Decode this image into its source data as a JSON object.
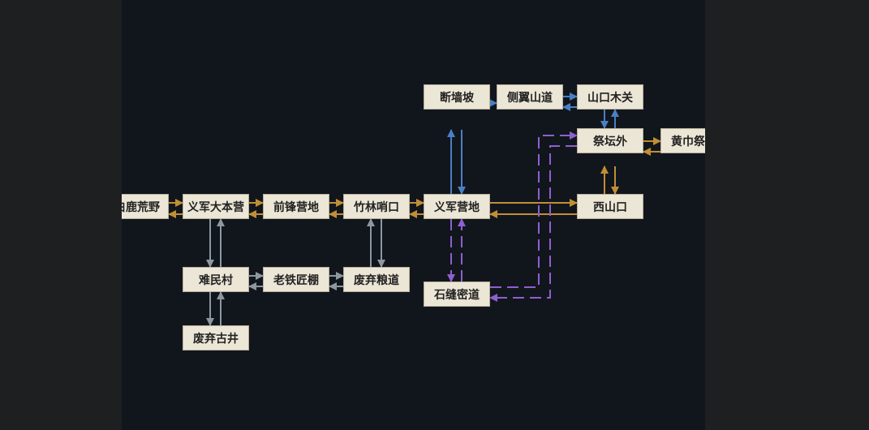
{
  "colors": {
    "gold": "#c18e35",
    "blue": "#4a7fc4",
    "gray": "#8c97a1",
    "purple": "#8f5fcf"
  },
  "nodes": {
    "bailu": "白鹿荒野",
    "camp": "义军大本营",
    "vanguard": "前锋营地",
    "bamboo": "竹林哨口",
    "yijun": "义军营地",
    "xishan": "西山口",
    "refugee": "难民村",
    "smith": "老铁匠棚",
    "granary": "废弃粮道",
    "well": "废弃古井",
    "secret": "石缝密道",
    "wall": "断墙坡",
    "side": "侧翼山道",
    "gate": "山口木关",
    "altar_out": "祭坛外",
    "huangjin": "黄巾祭坛"
  }
}
